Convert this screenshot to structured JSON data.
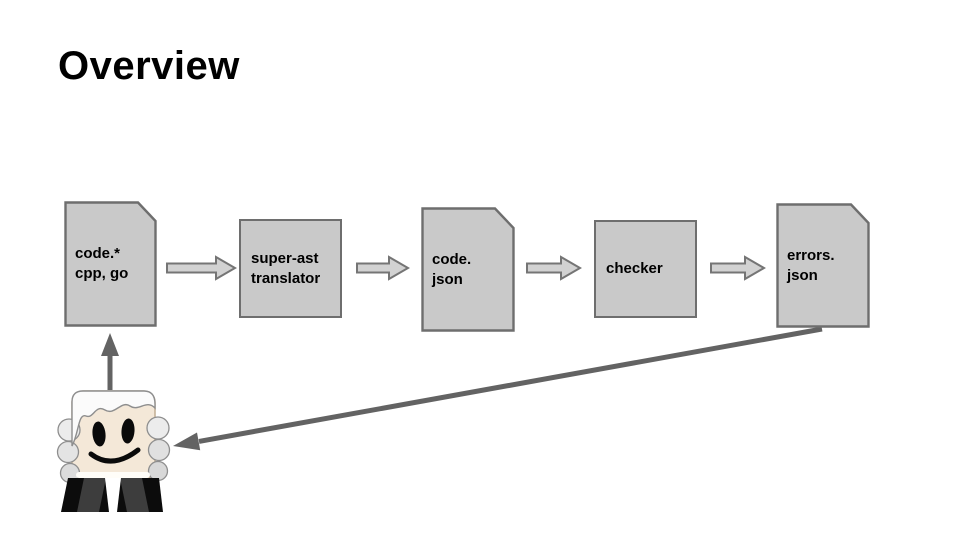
{
  "slide": {
    "title": "Overview",
    "background": "#ffffff"
  },
  "flow": {
    "nodes": [
      {
        "id": "code-src",
        "shape": "document",
        "lines": [
          "code.*",
          "cpp, go"
        ]
      },
      {
        "id": "translator",
        "shape": "process",
        "lines": [
          "super-ast",
          "translator"
        ]
      },
      {
        "id": "code-json",
        "shape": "document",
        "lines": [
          "code.",
          "json"
        ]
      },
      {
        "id": "checker",
        "shape": "process",
        "lines": [
          "checker"
        ]
      },
      {
        "id": "errors-json",
        "shape": "document",
        "lines": [
          "errors.",
          "json"
        ]
      }
    ],
    "edges": [
      {
        "from": "code-src",
        "to": "translator",
        "style": "block-arrow"
      },
      {
        "from": "translator",
        "to": "code-json",
        "style": "block-arrow"
      },
      {
        "from": "code-json",
        "to": "checker",
        "style": "block-arrow"
      },
      {
        "from": "checker",
        "to": "errors-json",
        "style": "block-arrow"
      },
      {
        "from": "errors-json",
        "to": "programmer",
        "style": "line-arrow"
      },
      {
        "from": "programmer",
        "to": "code-src",
        "style": "line-arrow"
      }
    ],
    "mascot": "judge-programmer-figure"
  },
  "colors": {
    "shape_fill": "#c9c9c9",
    "shape_border": "#6e6e6e",
    "block_arrow_fill": "#d2d2d2",
    "block_arrow_border": "#757575",
    "connector": "#636363",
    "title_text": "#000000",
    "label_text": "#000000"
  }
}
